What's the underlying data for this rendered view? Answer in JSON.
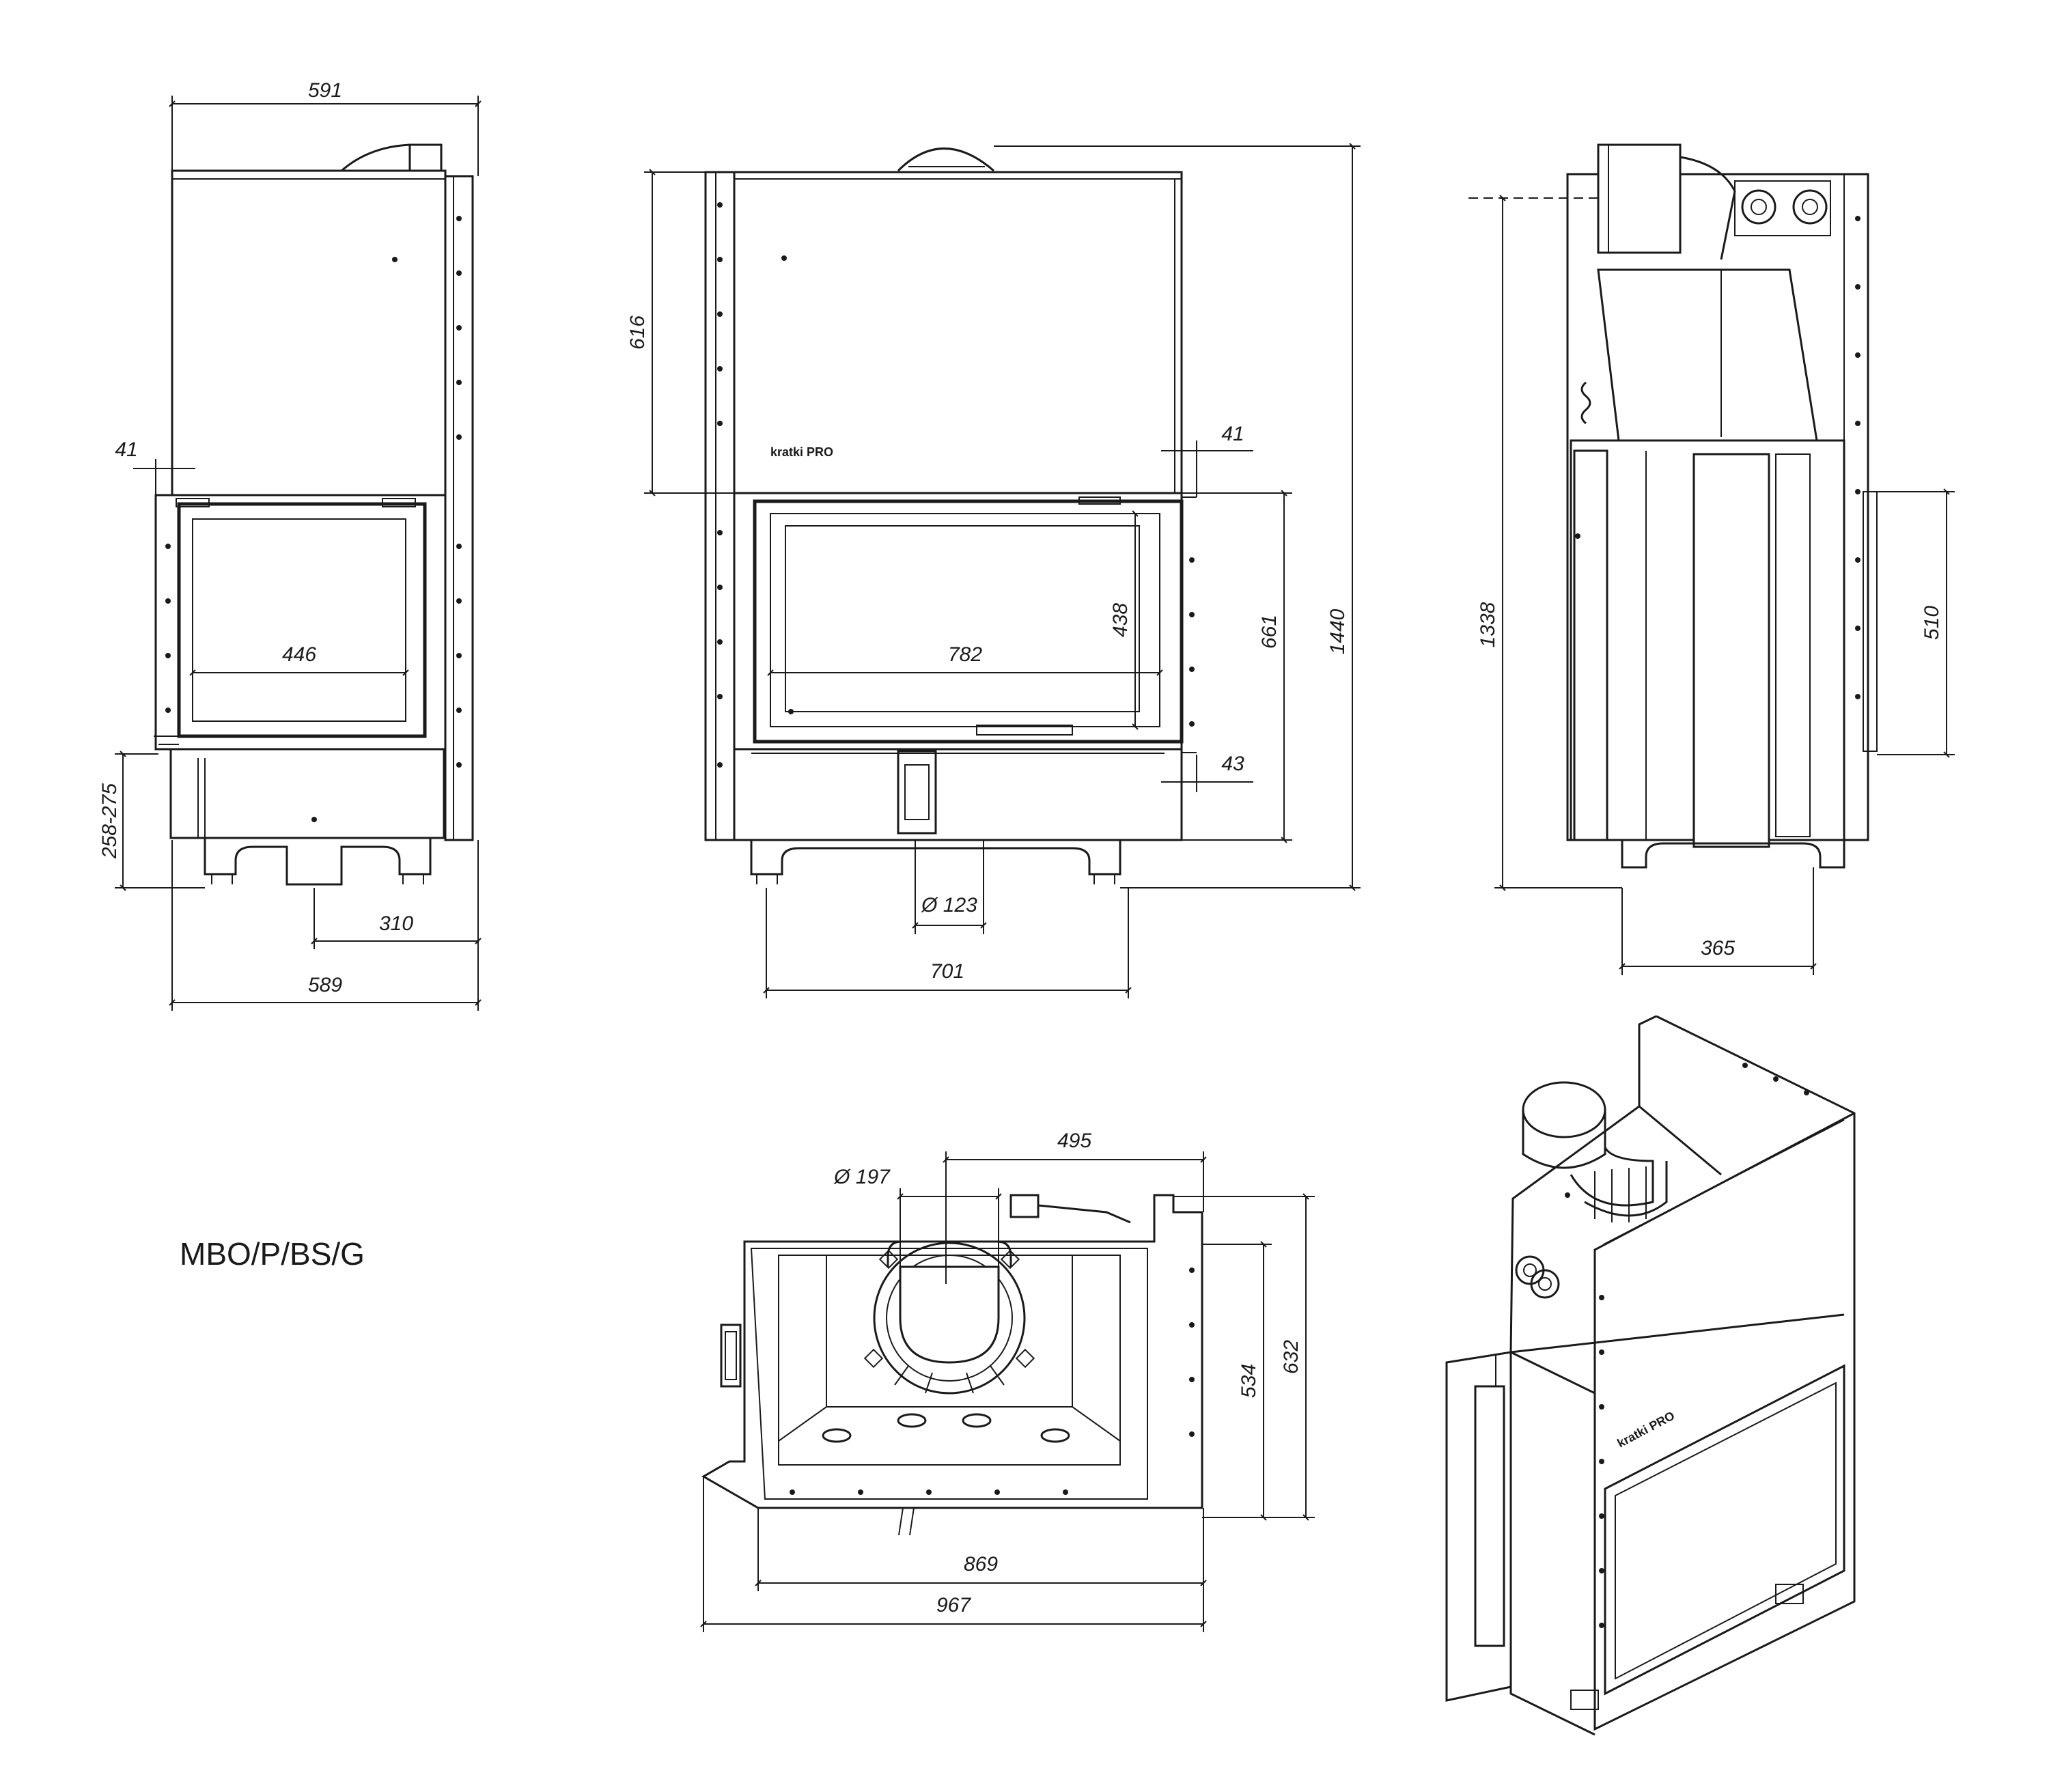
{
  "model": "MBO/P/BS/G",
  "brand": "kratki PRO",
  "dimensions": {
    "side_top_width": "591",
    "side_frame_offset": "41",
    "side_glass_width": "446",
    "side_bottom_height": "258-275",
    "side_flue_offset": "310",
    "side_bottom_width": "589",
    "front_upper_height": "616",
    "front_frame_offset": "41",
    "front_glass_height": "438",
    "front_glass_width": "782",
    "front_door_height": "661",
    "front_total_height": "1440",
    "front_bottom_offset": "43",
    "front_inlet_diameter": "Ø 123",
    "front_width": "701",
    "profile_height": "1338",
    "profile_door_height": "510",
    "profile_depth": "365",
    "top_flue_diameter": "Ø 197",
    "top_flue_offset": "495",
    "top_depth_inner": "534",
    "top_depth_outer": "632",
    "top_width_inner": "869",
    "top_width_outer": "967"
  }
}
